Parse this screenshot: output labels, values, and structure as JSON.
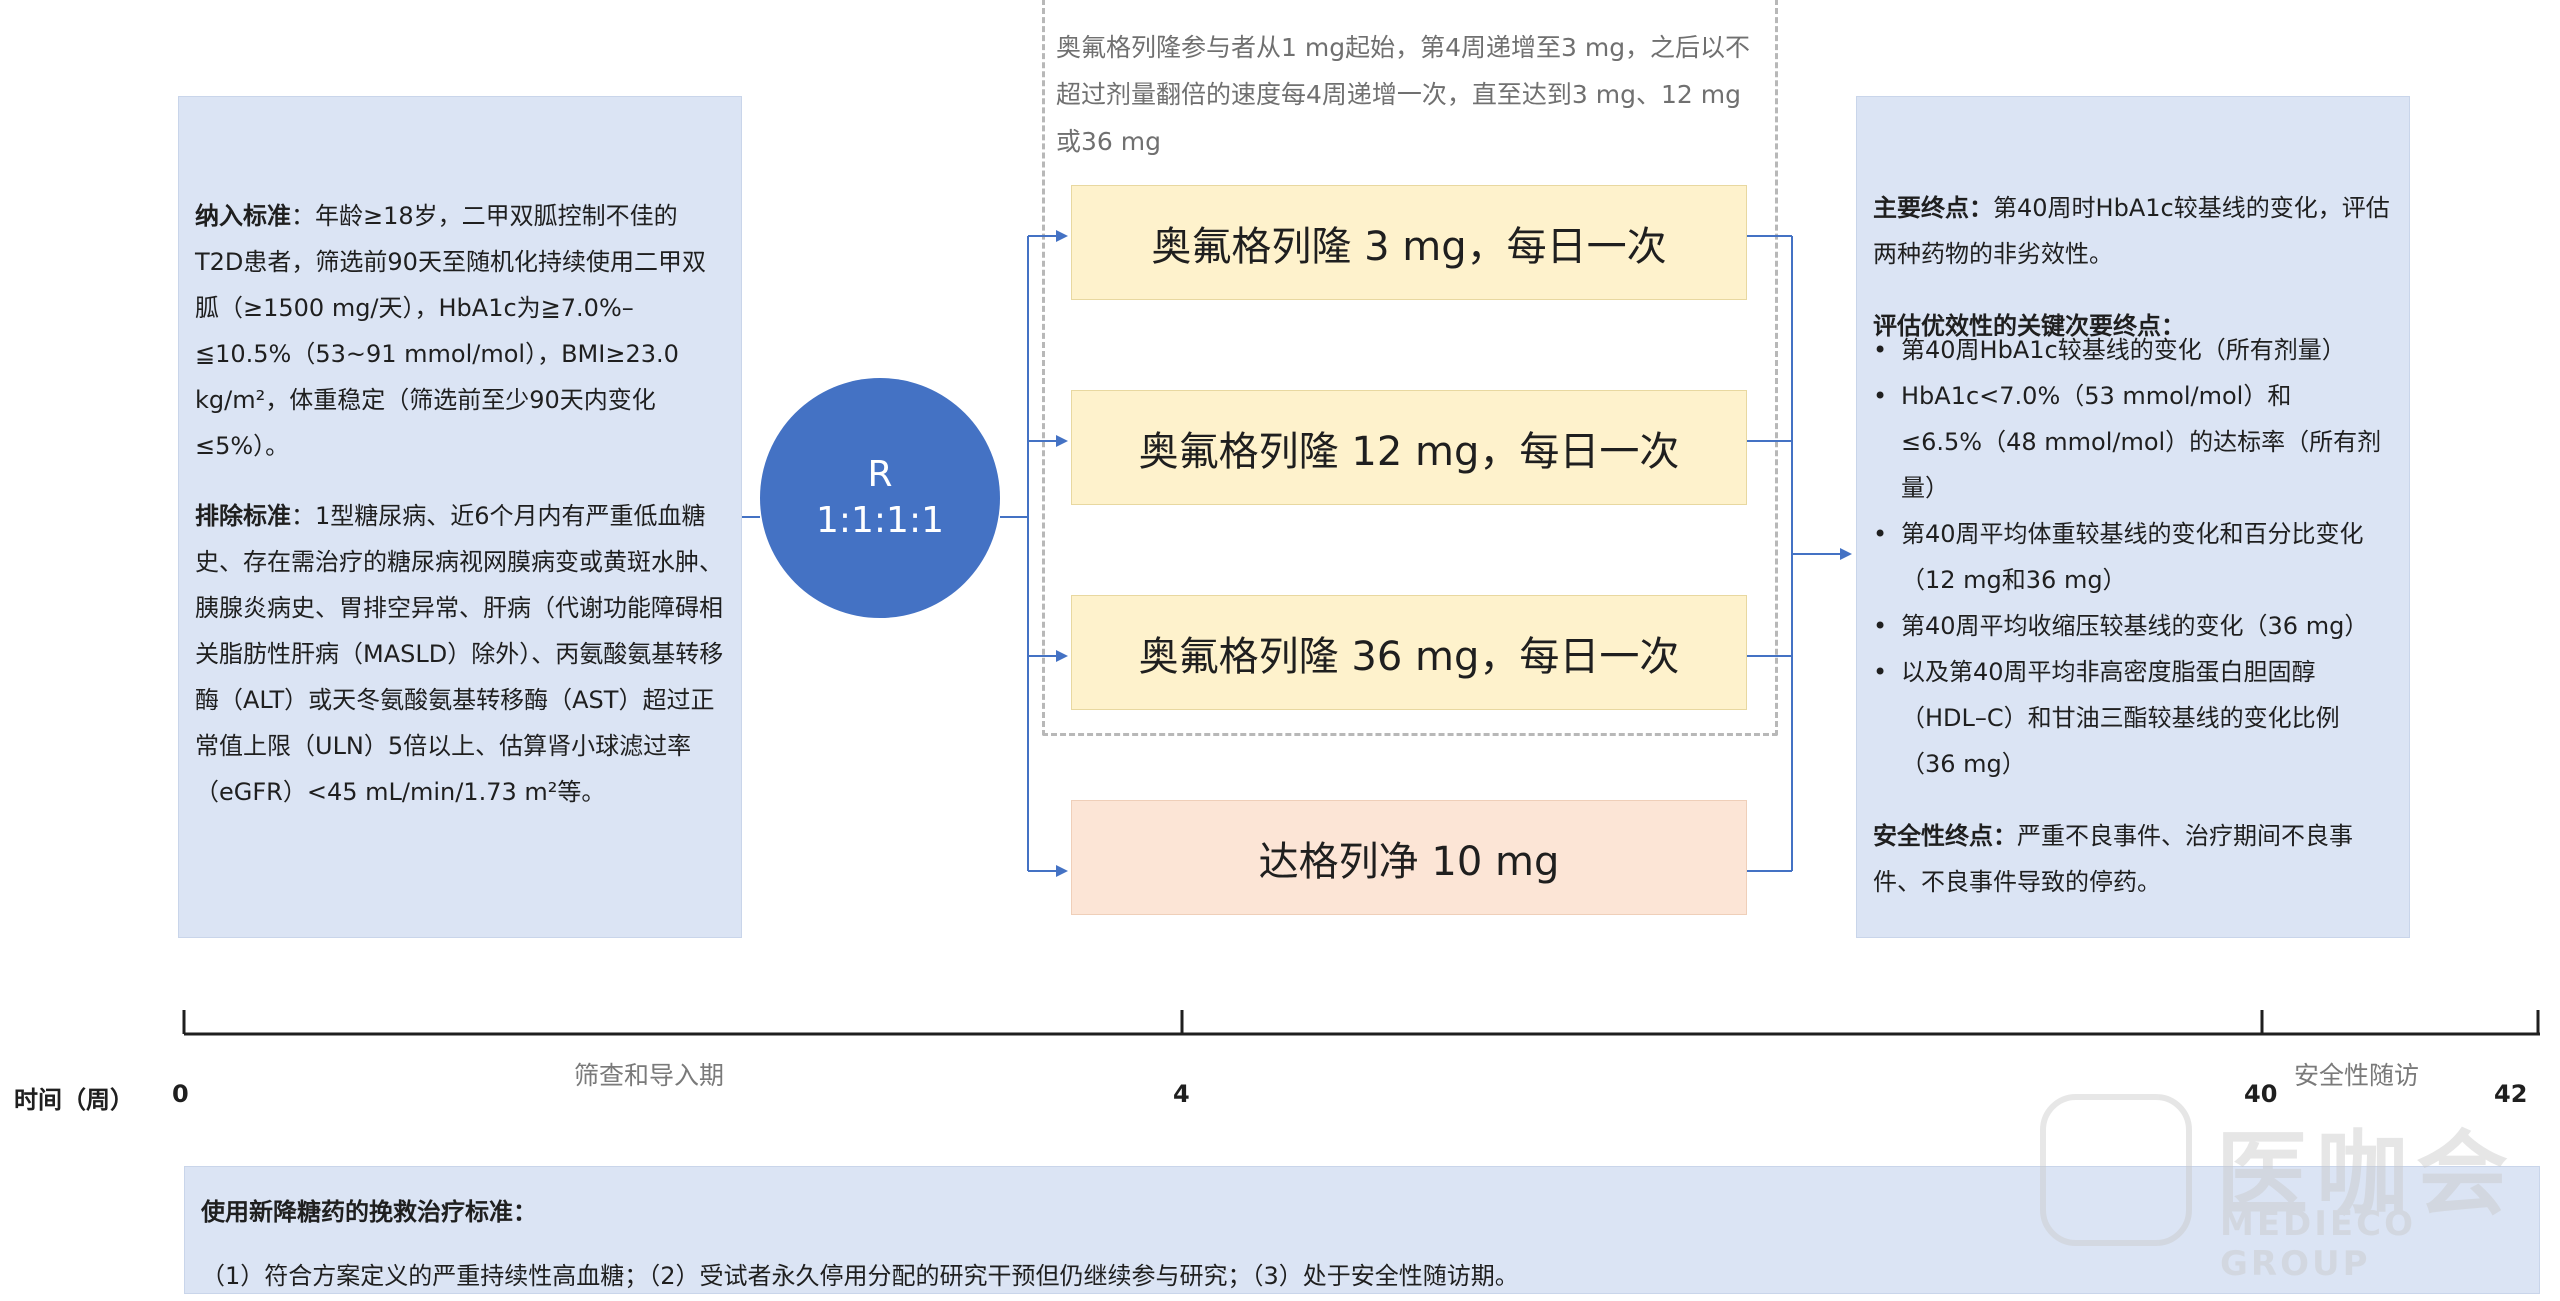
{
  "inclusion": {
    "label": "纳入标准",
    "text": "：年龄≥18岁，二甲双胍控制不佳的T2D患者，筛选前90天至随机化持续使用二甲双胍（≥1500 mg/天），HbA1c为≧7.0%–≦10.5%（53~91 mmol/mol），BMI≥23.0 kg/m²，体重稳定（筛选前至少90天内变化≤5%）。"
  },
  "exclusion": {
    "label": "排除标准",
    "text": "：1型糖尿病、近6个月内有严重低血糖史、存在需治疗的糖尿病视网膜病变或黄斑水肿、胰腺炎病史、胃排空异常、肝病（代谢功能障碍相关脂肪性肝病（MASLD）除外）、丙氨酸氨基转移酶（ALT）或天冬氨酸氨基转移酶（AST）超过正常值上限（ULN）5倍以上、估算肾小球滤过率（eGFR）<45 mL/min/1.73 m²等。"
  },
  "randomization": {
    "line1": "R",
    "line2": "1:1:1:1"
  },
  "dose_note": "奥氟格列隆参与者从1 mg起始，第4周递增至3 mg，之后以不超过剂量翻倍的速度每4周递增一次，直至达到3 mg、12 mg或36 mg",
  "arms": [
    {
      "label": "奥氟格列隆 3 mg，每日一次"
    },
    {
      "label": "奥氟格列隆 12 mg，每日一次"
    },
    {
      "label": "奥氟格列隆 36 mg，每日一次"
    },
    {
      "label": "达格列净 10 mg"
    }
  ],
  "endpoints": {
    "primary_label": "主要终点：",
    "primary_text": "第40周时HbA1c较基线的变化，评估两种药物的非劣效性。",
    "secondary_label": "评估优效性的关键次要终点：",
    "secondary_items": [
      "第40周HbA1c较基线的变化（所有剂量）",
      "HbA1c<7.0%（53 mmol/mol）和≤6.5%（48 mmol/mol）的达标率（所有剂量）",
      "第40周平均体重较基线的变化和百分比变化（12 mg和36 mg）",
      "第40周平均收缩压较基线的变化（36 mg）",
      "以及第40周平均非高密度脂蛋白胆固醇（HDL–C）和甘油三酯较基线的变化比例（36 mg）"
    ],
    "safety_label": "安全性终点：",
    "safety_text": "严重不良事件、治疗期间不良事件、不良事件导致的停药。"
  },
  "timeline": {
    "axis_label": "时间（周）",
    "ticks": [
      "0",
      "4",
      "40",
      "42"
    ],
    "phase_screening": "筛查和导入期",
    "phase_safety": "安全性随访"
  },
  "rescue": {
    "title": "使用新降糖药的挽救治疗标准：",
    "text": "（1）符合方案定义的严重持续性高血糖；（2）受试者永久停用分配的研究干预但仍继续参与研究；（3）处于安全性随访期。"
  },
  "watermark": {
    "brand": "医咖会",
    "sub": "MEDIECO GROUP"
  },
  "colors": {
    "panel": "#dbe4f4",
    "circle": "#4472c4",
    "arm_yellow": "#fef2cc",
    "arm_peach": "#fce5d6",
    "arrow": "#4472c4"
  }
}
